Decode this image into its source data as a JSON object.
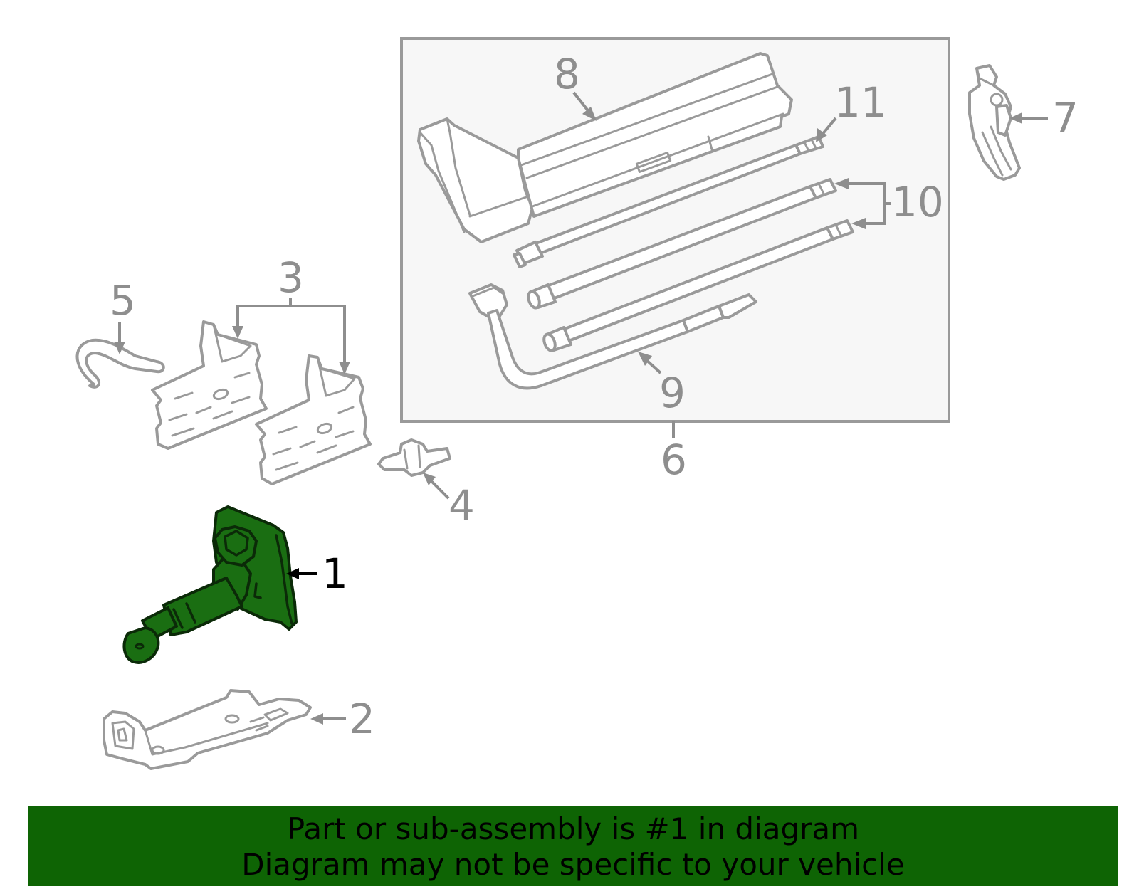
{
  "callouts": {
    "c1": "1",
    "c2": "2",
    "c3": "3",
    "c4": "4",
    "c5": "5",
    "c6": "6",
    "c7": "7",
    "c8": "8",
    "c9": "9",
    "c10": "10",
    "c11": "11"
  },
  "highlighted_part": "1",
  "colors": {
    "highlight_fill": "#1a6e12",
    "banner_background": "#0e6404",
    "line_gray": "#9a9a9a"
  },
  "footer": {
    "line1": "Part or sub-assembly is #1 in diagram",
    "line2": "Diagram may not be specific to your vehicle"
  }
}
